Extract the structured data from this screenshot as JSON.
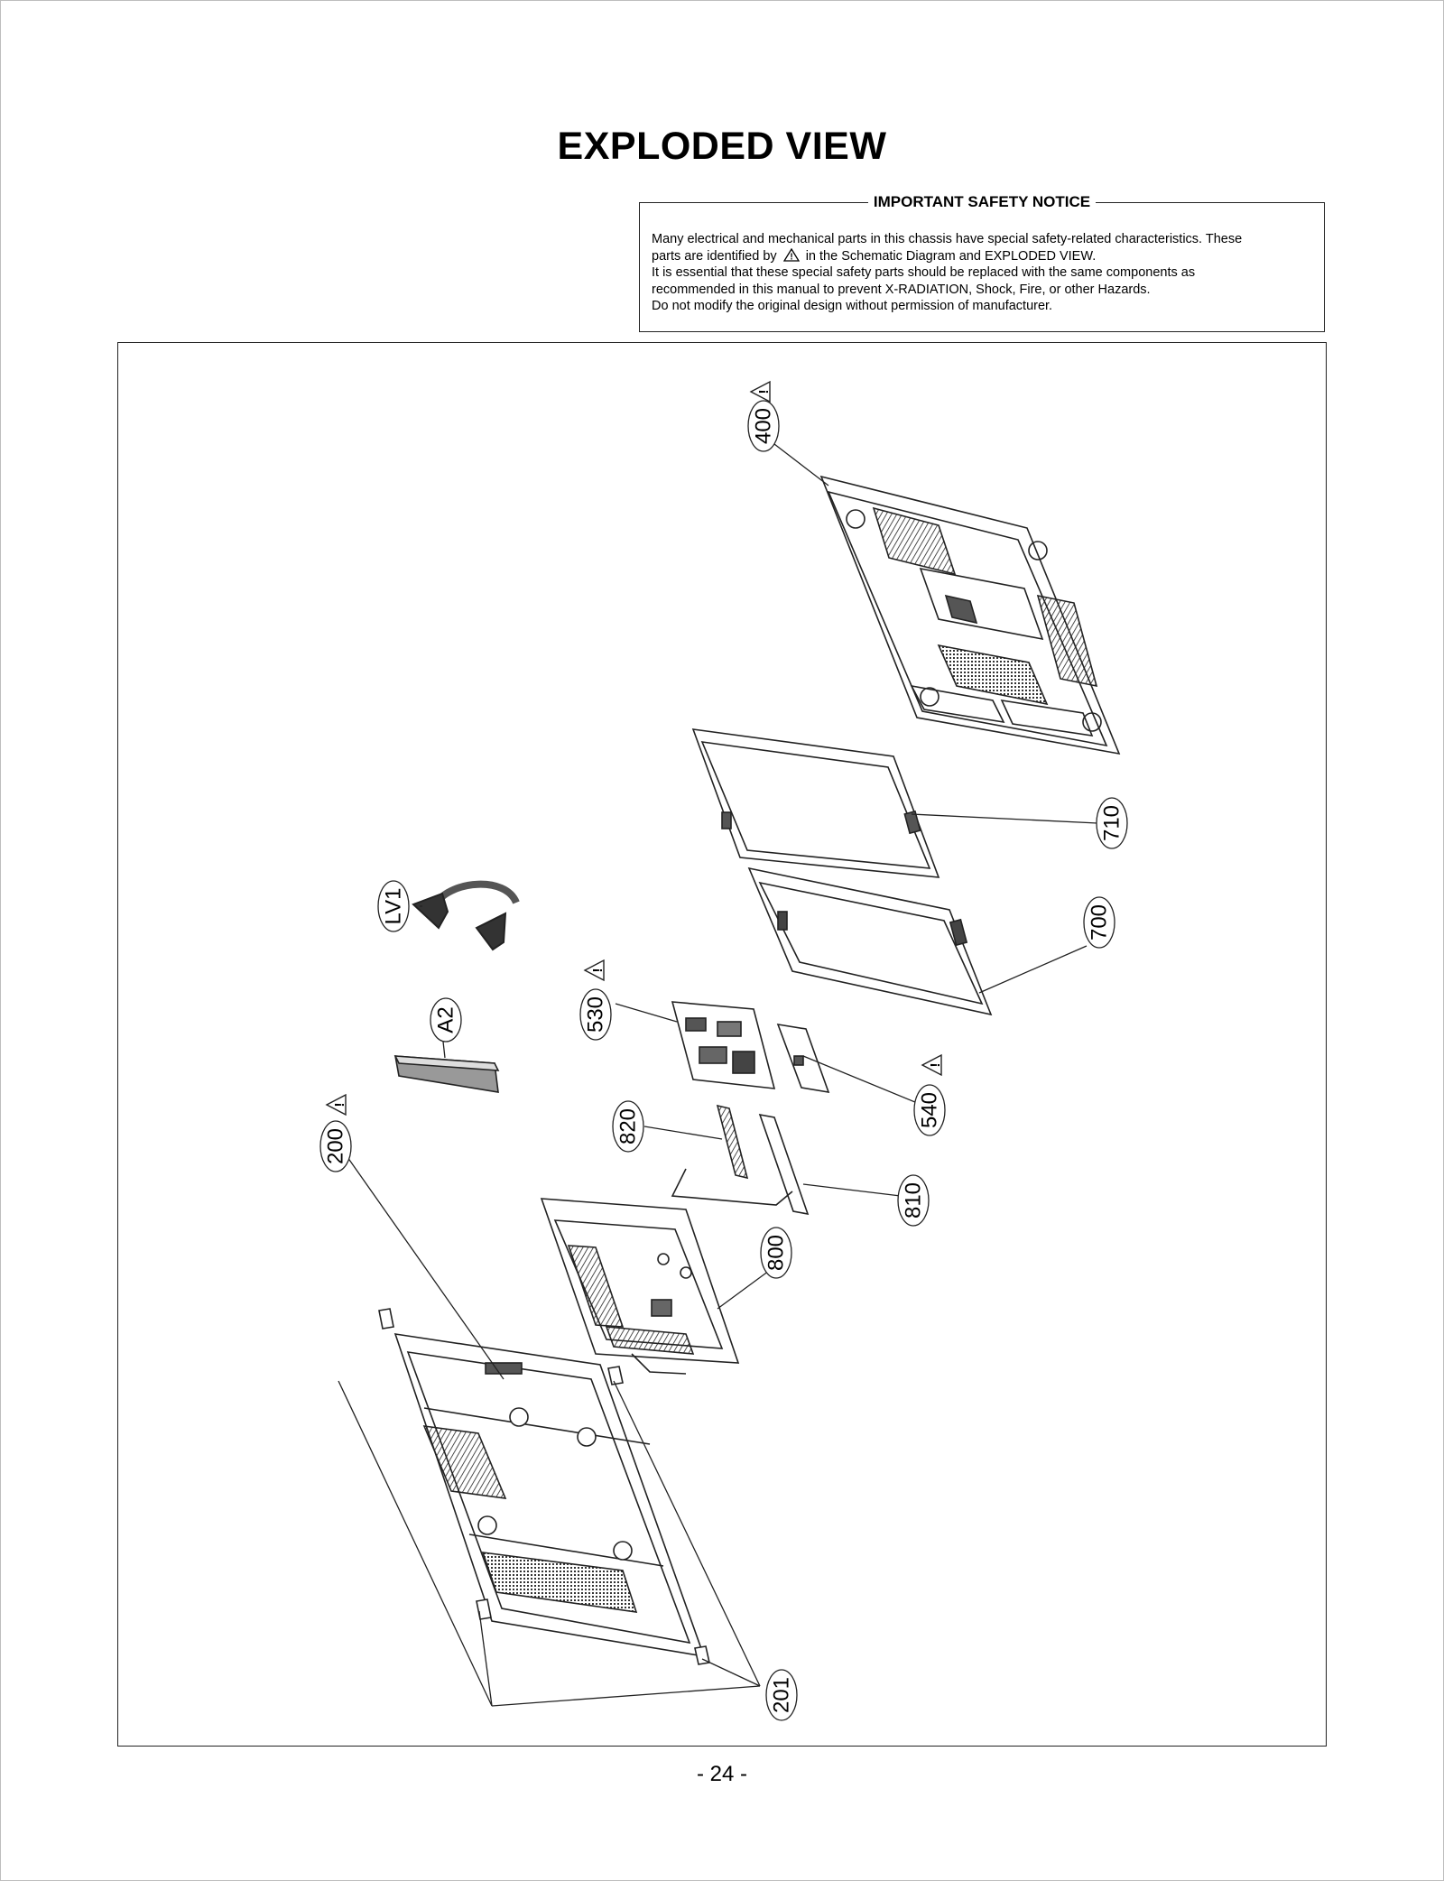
{
  "page": {
    "title": "EXPLODED VIEW",
    "page_number": "- 24 -"
  },
  "safety_notice": {
    "heading": "IMPORTANT SAFETY NOTICE",
    "line1": "Many electrical and mechanical parts in this chassis have special safety-related characteristics. These",
    "line2_before": "parts are identified by",
    "line2_after": "in the Schematic Diagram and EXPLODED VIEW.",
    "line3": "It is essential that these special safety parts should be replaced with the same components as",
    "line4": "recommended in this manual to prevent X-RADIATION, Shock, Fire, or other Hazards.",
    "line5": "Do not modify the original design without permission of manufacturer."
  },
  "diagram": {
    "part_labels": {
      "p400": "400",
      "p710": "710",
      "p700": "700",
      "pLV1": "LV1",
      "pA2": "A2",
      "p530": "530",
      "p540": "540",
      "p820": "820",
      "p810": "810",
      "p200": "200",
      "p800": "800",
      "p201": "201"
    },
    "safety_marked_parts": [
      "400",
      "530",
      "540",
      "200"
    ],
    "warning_symbol": "!"
  }
}
